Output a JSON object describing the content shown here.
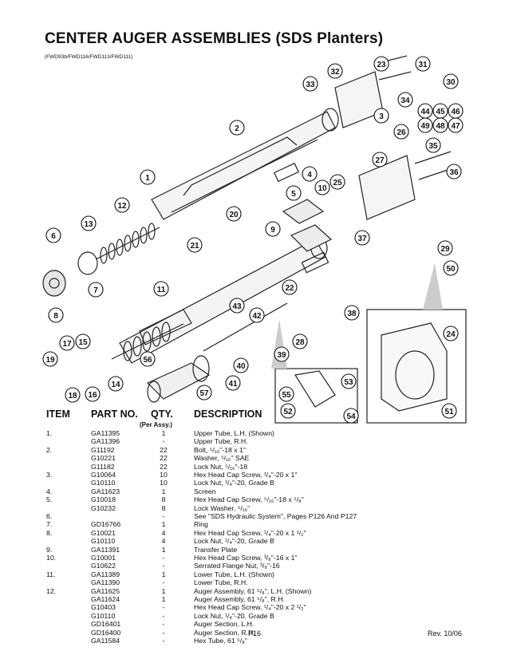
{
  "title": "CENTER AUGER ASSEMBLIES (SDS Planters)",
  "subtitle": "(FWD93b/FWD116/FWD113/FWD111)",
  "callouts": [
    "1",
    "2",
    "3",
    "4",
    "5",
    "6",
    "7",
    "8",
    "9",
    "10",
    "11",
    "12",
    "13",
    "15",
    "16",
    "17",
    "18",
    "19",
    "20",
    "21",
    "22",
    "23",
    "24",
    "25",
    "26",
    "27",
    "28",
    "29",
    "30",
    "31",
    "32",
    "33",
    "34",
    "35",
    "36",
    "37",
    "38",
    "39",
    "40",
    "41",
    "42",
    "43",
    "44",
    "45",
    "46",
    "47",
    "48",
    "49",
    "50",
    "51",
    "52",
    "53",
    "54",
    "55",
    "56",
    "57"
  ],
  "table": {
    "headers": {
      "item": "ITEM",
      "part": "PART NO.",
      "qty": "QTY.",
      "qty_sub": "(Per Assy.)",
      "desc": "DESCRIPTION"
    },
    "rows": [
      {
        "item": "1.",
        "part": "GA11395",
        "qty": "1",
        "desc": "Upper Tube, L.H. (Shown)"
      },
      {
        "item": "",
        "part": "GA11396",
        "qty": "-",
        "desc": "Upper Tube, R.H."
      },
      {
        "item": "2.",
        "part": "G11192",
        "qty": "22",
        "desc": "Bolt, ⁵/₁₆\"-18 x 1\""
      },
      {
        "item": "",
        "part": "G10221",
        "qty": "22",
        "desc": "Washer, ⁵/₁₆\" SAE"
      },
      {
        "item": "",
        "part": "G11182",
        "qty": "22",
        "desc": "Lock Nut, ⁵/₁₆\"-18"
      },
      {
        "item": "3.",
        "part": "G10064",
        "qty": "10",
        "desc": "Hex Head Cap Screw, ¹/₄\"-20 x 1\""
      },
      {
        "item": "",
        "part": "G10110",
        "qty": "10",
        "desc": "Lock Nut, ¹/₄\"-20, Grade B"
      },
      {
        "item": "4.",
        "part": "GA11623",
        "qty": "1",
        "desc": "Screen"
      },
      {
        "item": "5.",
        "part": "G10018",
        "qty": "8",
        "desc": "Hex Head Cap Screw, ⁵/₁₆\"-18 x ⁵/₈\""
      },
      {
        "item": "",
        "part": "G10232",
        "qty": "8",
        "desc": "Lock Washer, ⁵/₁₆\""
      },
      {
        "item": "6.",
        "part": "",
        "qty": "-",
        "desc": "See \"SDS Hydraulic System\", Pages P126 And P127"
      },
      {
        "item": "7.",
        "part": "GD16766",
        "qty": "1",
        "desc": "Ring"
      },
      {
        "item": "8.",
        "part": "G10021",
        "qty": "4",
        "desc": "Hex Head Cap Screw, ¹/₄\"-20 x 1 ¹/₂\""
      },
      {
        "item": "",
        "part": "G10110",
        "qty": "4",
        "desc": "Lock Nut, ¹/₄\"-20, Grade B"
      },
      {
        "item": "9.",
        "part": "GA11391",
        "qty": "1",
        "desc": "Transfer Plate"
      },
      {
        "item": "10.",
        "part": "G10001",
        "qty": "-",
        "desc": "Hex Head Cap Screw, ³/₈\"-16 x 1\""
      },
      {
        "item": "",
        "part": "G10622",
        "qty": "-",
        "desc": "Serrated Flange Nut, ³/₈\"-16"
      },
      {
        "item": "11.",
        "part": "GA11389",
        "qty": "1",
        "desc": "Lower Tube, L.H. (Shown)"
      },
      {
        "item": "",
        "part": "GA11390",
        "qty": "-",
        "desc": "Lower Tube, R.H."
      },
      {
        "item": "12.",
        "part": "GA11625",
        "qty": "1",
        "desc": "Auger Assembly, 61 ⁵/₈\", L.H. (Shown)"
      },
      {
        "item": "",
        "part": "GA11624",
        "qty": "1",
        "desc": "Auger Assembly, 61 ⁵/₈\", R.H."
      },
      {
        "item": "",
        "part": "G10403",
        "qty": "-",
        "desc": "Hex Head Cap Screw, ¹/₄\"-20 x 2 ¹/₂\""
      },
      {
        "item": "",
        "part": "G10110",
        "qty": "-",
        "desc": "Lock Nut, ¹/₄\"-20, Grade B"
      },
      {
        "item": "",
        "part": "GD16401",
        "qty": "-",
        "desc": "Auger Section, L.H."
      },
      {
        "item": "",
        "part": "GD16400",
        "qty": "-",
        "desc": "Auger Section, R.H."
      },
      {
        "item": "",
        "part": "GA11584",
        "qty": "-",
        "desc": "Hex Tube, 61 ⁵/₈\""
      }
    ]
  },
  "footer": {
    "page": "P16",
    "rev": "Rev. 10/06"
  }
}
